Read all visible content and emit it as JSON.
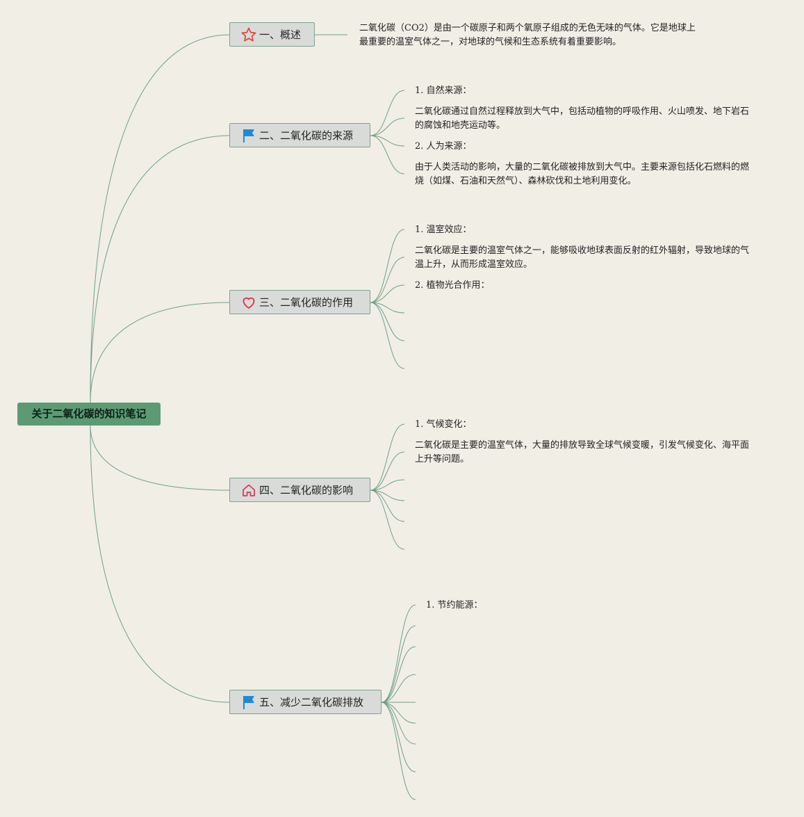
{
  "root": {
    "label": "关于二氧化碳的知识笔记"
  },
  "branches": [
    {
      "label": "一、概述",
      "icon": "star-icon",
      "notes": [
        "二氧化碳（CO2）是由一个碳原子和两个氧原子组成的无色无味的气体。它是地球上最重要的温室气体之一，对地球的气候和生态系统有着重要影响。"
      ]
    },
    {
      "label": "二、二氧化碳的来源",
      "icon": "flag-icon",
      "notes": [
        "1. 自然来源：",
        "二氧化碳通过自然过程释放到大气中，包括动植物的呼吸作用、火山喷发、地下岩石的腐蚀和地壳运动等。",
        "2. 人为来源：",
        "由于人类活动的影响，大量的二氧化碳被排放到大气中。主要来源包括化石燃料的燃烧（如煤、石油和天然气）、森林砍伐和土地利用变化。"
      ]
    },
    {
      "label": "三、二氧化碳的作用",
      "icon": "heart-icon",
      "notes": [
        "1. 温室效应：",
        "二氧化碳是主要的温室气体之一，能够吸收地球表面反射的红外辐射，导致地球的气温上升，从而形成温室效应。",
        "2. 植物光合作用："
      ]
    },
    {
      "label": "四、二氧化碳的影响",
      "icon": "home-icon",
      "notes": [
        "1. 气候变化：",
        "二氧化碳是主要的温室气体，大量的排放导致全球气候变暖，引发气候变化、海平面上升等问题。"
      ]
    },
    {
      "label": "五、减少二氧化碳排放",
      "icon": "flag-icon",
      "notes": [
        "1. 节约能源："
      ]
    }
  ],
  "colors": {
    "background": "#f1eee6",
    "root_fill": "#5c9a74",
    "branch_fill": "#d9dbd9",
    "connector": "#6f9f87",
    "star": "#e04a3c",
    "flag": "#1e8ad6",
    "heart": "#d9343c",
    "home": "#d63a5e"
  }
}
